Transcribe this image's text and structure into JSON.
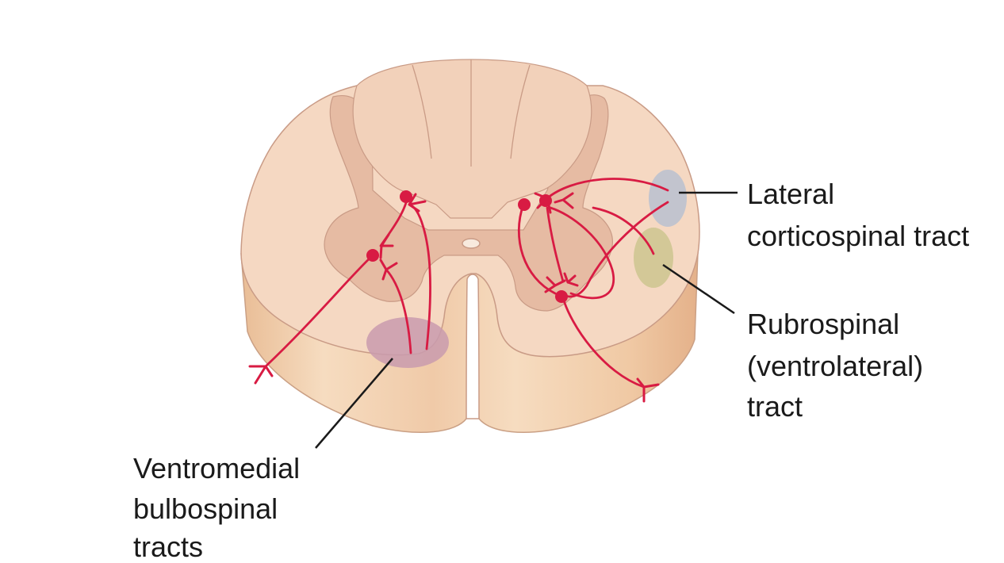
{
  "colors": {
    "white_matter": "#f5d8c2",
    "gray_matter": "#e6bba3",
    "dorsal_horn": "#f2d1ba",
    "side_light": "#f3d1b0",
    "side_dark": "#e7b78e",
    "outline": "#c99b86",
    "neuron": "#d81b43",
    "lateral_corticospinal_tract": "#b9c1d0",
    "rubrospinal_tract": "#cdc68f",
    "ventromedial_bulbospinal_tracts": "#c99bae",
    "label_text": "#1a1a1a"
  },
  "labels": {
    "lateral_corticospinal": [
      "Lateral",
      "corticospinal tract"
    ],
    "rubrospinal": [
      "Rubrospinal",
      "(ventrolateral)",
      "tract"
    ],
    "ventromedial_bulbospinal": [
      "Ventromedial",
      "bulbospinal",
      "tracts"
    ]
  }
}
